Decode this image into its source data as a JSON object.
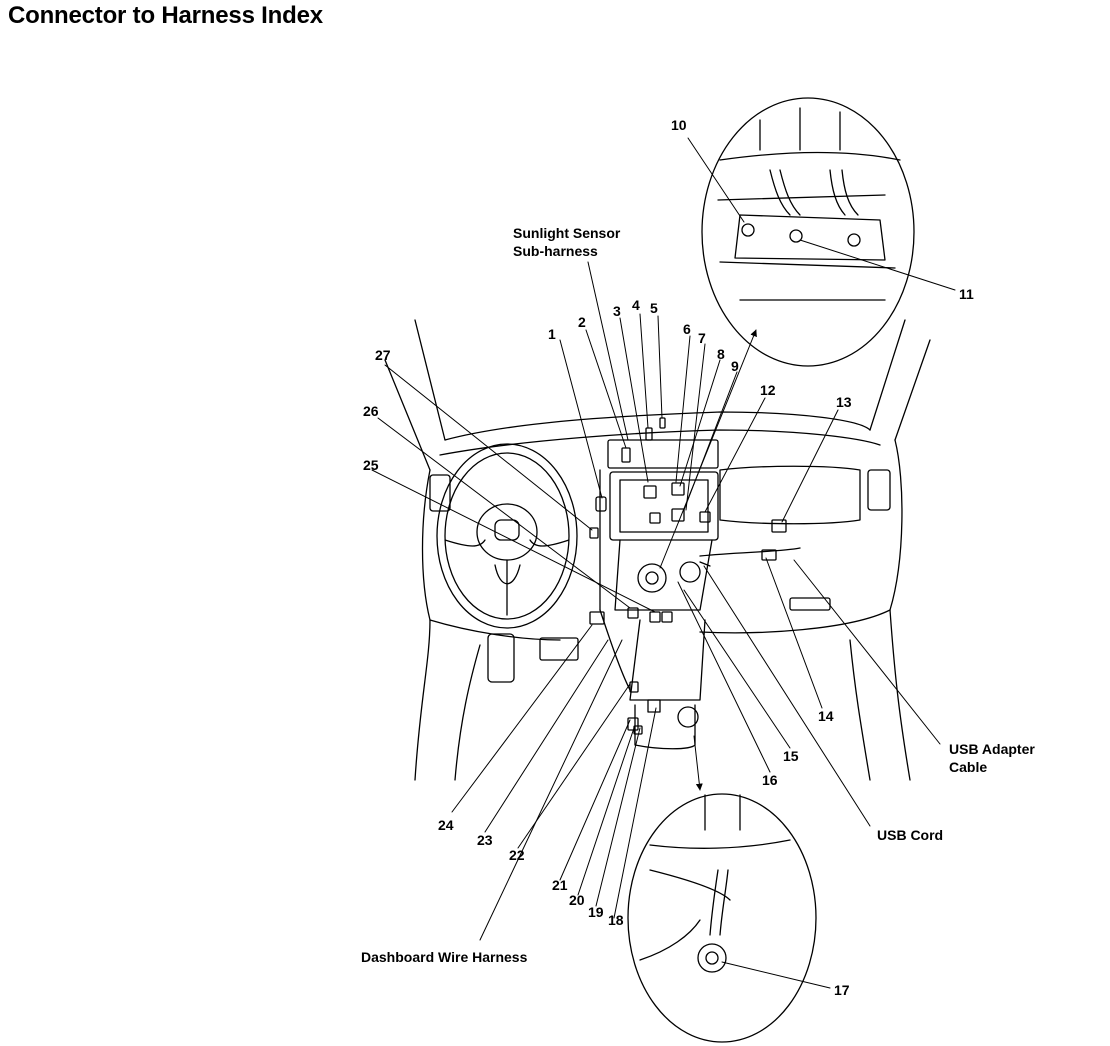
{
  "title": "Connector to Harness Index",
  "labels": {
    "sunlight_line1": "Sunlight Sensor",
    "sunlight_line2": "Sub-harness",
    "usb_adapter_line1": "USB Adapter",
    "usb_adapter_line2": "Cable",
    "usb_cord": "USB Cord",
    "dashboard_wire_harness": "Dashboard Wire Harness"
  },
  "callouts": [
    "1",
    "2",
    "3",
    "4",
    "5",
    "6",
    "7",
    "8",
    "9",
    "10",
    "11",
    "12",
    "13",
    "14",
    "15",
    "16",
    "17",
    "18",
    "19",
    "20",
    "21",
    "22",
    "23",
    "24",
    "25",
    "26",
    "27"
  ],
  "colors": {
    "line": "#000000",
    "background": "#ffffff"
  }
}
